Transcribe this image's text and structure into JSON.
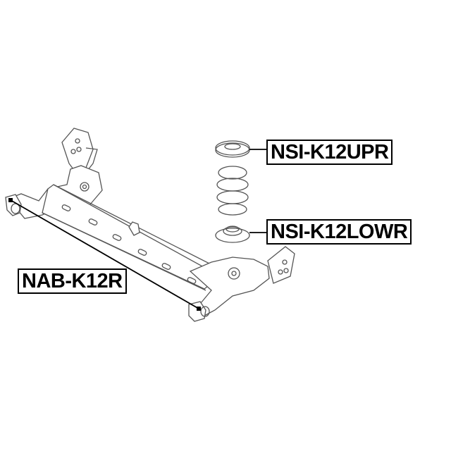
{
  "labels": {
    "upper_seat": "NSI-K12UPR",
    "lower_seat": "NSI-K12LOWR",
    "bushing": "NAB-K12R"
  },
  "colors": {
    "line": "#000000",
    "part_stroke": "#555555",
    "background": "#ffffff"
  }
}
